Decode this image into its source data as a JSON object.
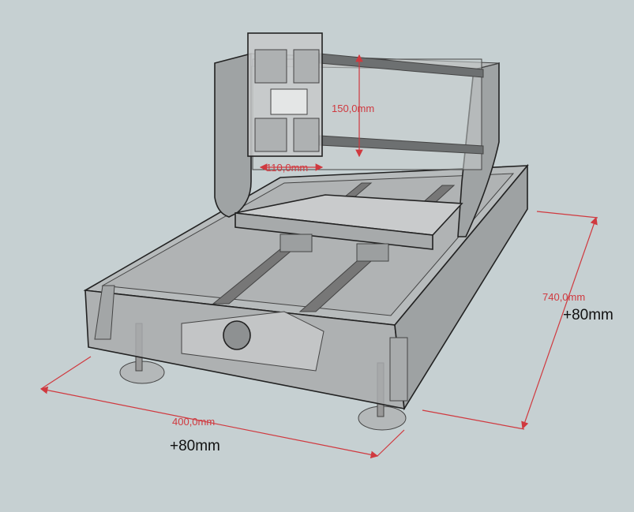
{
  "dimensions": {
    "height_travel": "150,0mm",
    "gantry_width": "110,0mm",
    "width": "400,0mm",
    "width_extra": "+80mm",
    "length": "740,0mm",
    "length_extra": "+80mm"
  },
  "colors": {
    "background": "#c6d0d2",
    "dimension": "#d0393f",
    "panel": "#a9a9a9"
  }
}
